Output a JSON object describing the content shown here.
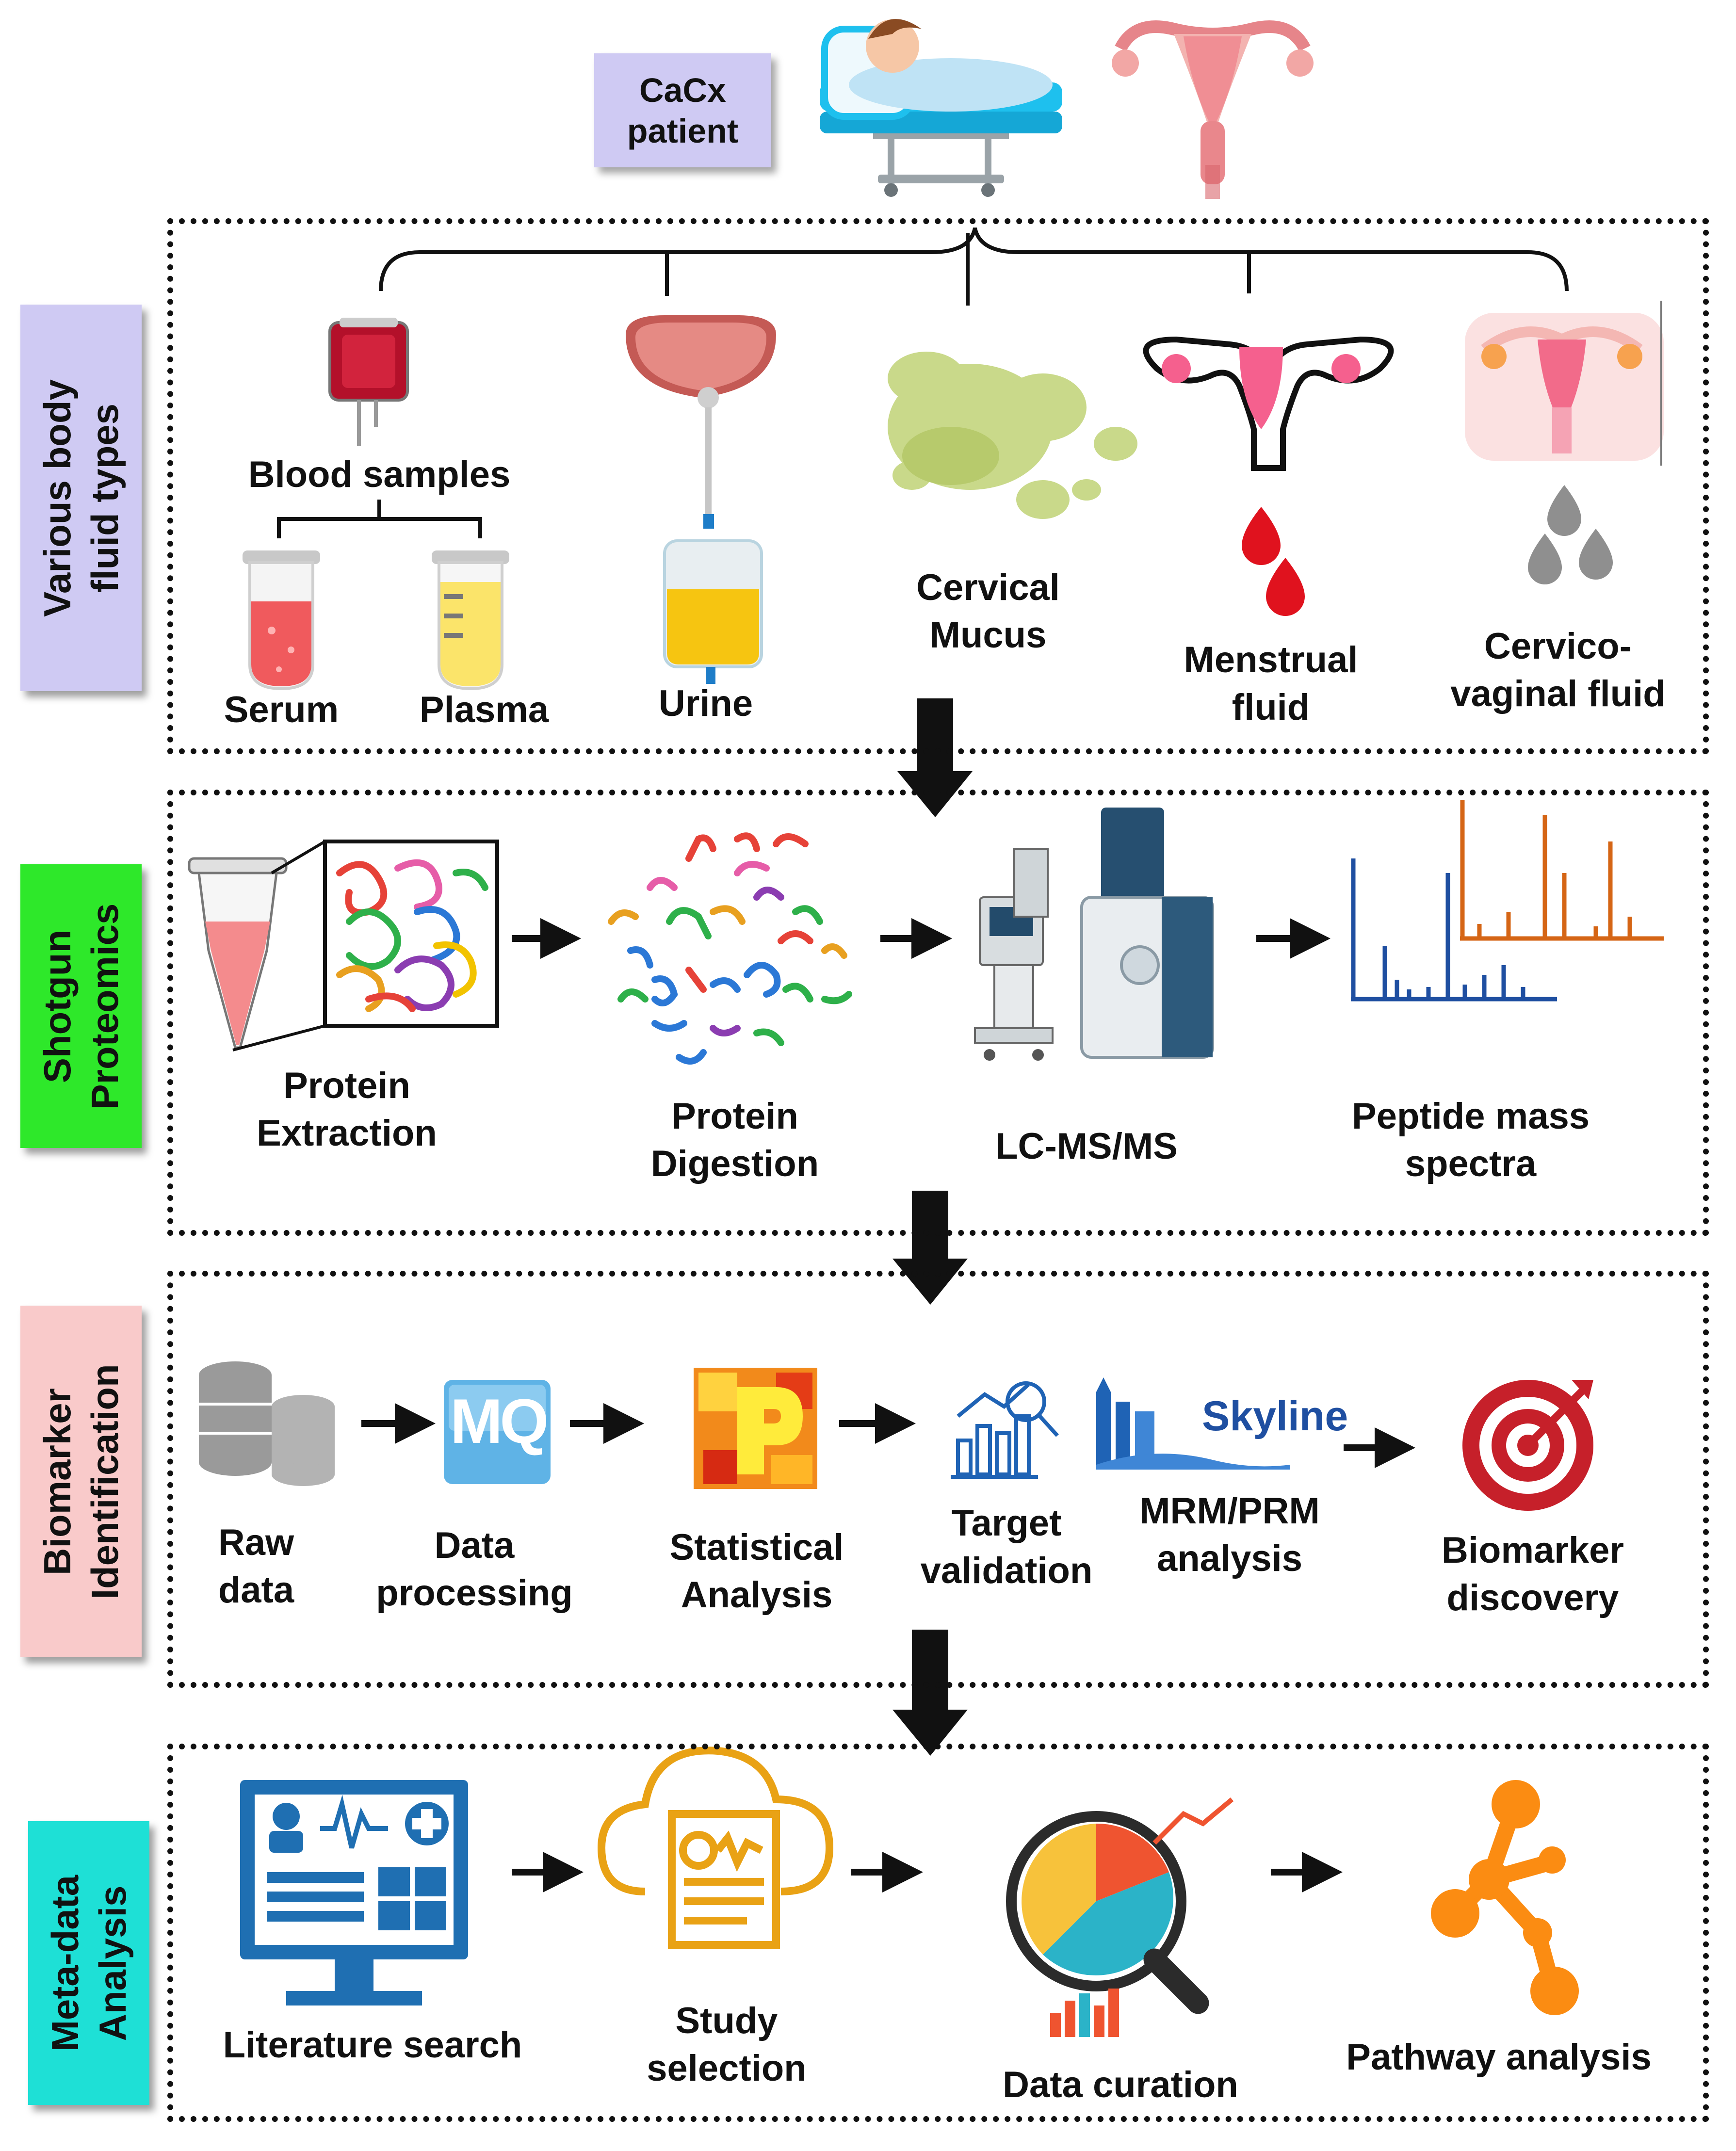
{
  "patient": {
    "label_line1": "CaCx",
    "label_line2": "patient"
  },
  "sections": {
    "body_fluids": {
      "title_line1": "Various body",
      "title_line2": "fluid types",
      "color": "#cfcaf3",
      "blood_samples": "Blood samples",
      "serum": "Serum",
      "plasma": "Plasma",
      "urine": "Urine",
      "cervical_mucus_line1": "Cervical",
      "cervical_mucus_line2": "Mucus",
      "menstrual_line1": "Menstrual",
      "menstrual_line2": "fluid",
      "cvf_line1": "Cervico-",
      "cvf_line2": "vaginal fluid"
    },
    "shotgun": {
      "title_line1": "Shotgun",
      "title_line2": "Proteomics",
      "color": "#2ee82a",
      "steps": [
        {
          "line1": "Protein",
          "line2": "Extraction"
        },
        {
          "line1": "Protein",
          "line2": "Digestion"
        },
        {
          "line1": "LC-MS/MS",
          "line2": ""
        },
        {
          "line1": "Peptide mass",
          "line2": "spectra"
        }
      ]
    },
    "biomarker": {
      "title_line1": "Biomarker",
      "title_line2": "Identification",
      "color": "#f9caca",
      "logo_mq": "MQ",
      "logo_skyline": "Skyline",
      "steps": [
        {
          "line1": "Raw",
          "line2": "data"
        },
        {
          "line1": "Data",
          "line2": "processing"
        },
        {
          "line1": "Statistical",
          "line2": "Analysis"
        },
        {
          "line1": "Target",
          "line2": "validation"
        },
        {
          "line1": "MRM/PRM",
          "line2": "analysis"
        },
        {
          "line1": "Biomarker",
          "line2": "discovery"
        }
      ]
    },
    "meta": {
      "title_line1": "Meta-data",
      "title_line2": "Analysis",
      "color": "#1ee0d6",
      "steps": [
        {
          "line1": "Literature search"
        },
        {
          "line1": "Study",
          "line2": "selection"
        },
        {
          "line1": "Data curation"
        },
        {
          "line1": "Pathway analysis"
        }
      ]
    }
  }
}
